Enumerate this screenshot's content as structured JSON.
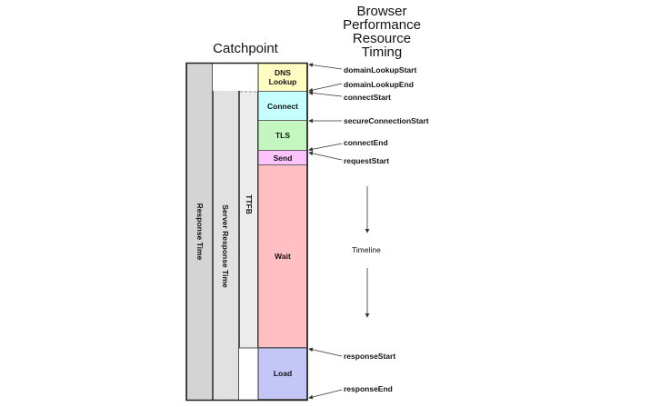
{
  "titles": {
    "catchpoint": "Catchpoint",
    "browser": [
      "Browser",
      "Performance",
      "Resource",
      "Timing"
    ]
  },
  "columns": {
    "response_time": "Response Time",
    "server_response_time": "Server Response Time",
    "ttfb": "TTFB"
  },
  "phases": [
    {
      "label": "DNS Lookup",
      "color": "#fffdc2"
    },
    {
      "label": "Connect",
      "color": "#c6feff"
    },
    {
      "label": "TLS",
      "color": "#c3f7bf"
    },
    {
      "label": "Send",
      "color": "#fdc3fd"
    },
    {
      "label": "Wait",
      "color": "#ffbfc3"
    },
    {
      "label": "Load",
      "color": "#c4c6f7"
    }
  ],
  "events": [
    "domainLookupStart",
    "domainLookupEnd",
    "connectStart",
    "secureConnectionStart",
    "connectEnd",
    "requestStart",
    "responseStart",
    "responseEnd"
  ],
  "timeline_label": "Timeline",
  "colors": {
    "response_time_fill": "#d4d4d4",
    "server_response_fill": "#e1e1e1",
    "ttfb_fill": "#ececec"
  }
}
